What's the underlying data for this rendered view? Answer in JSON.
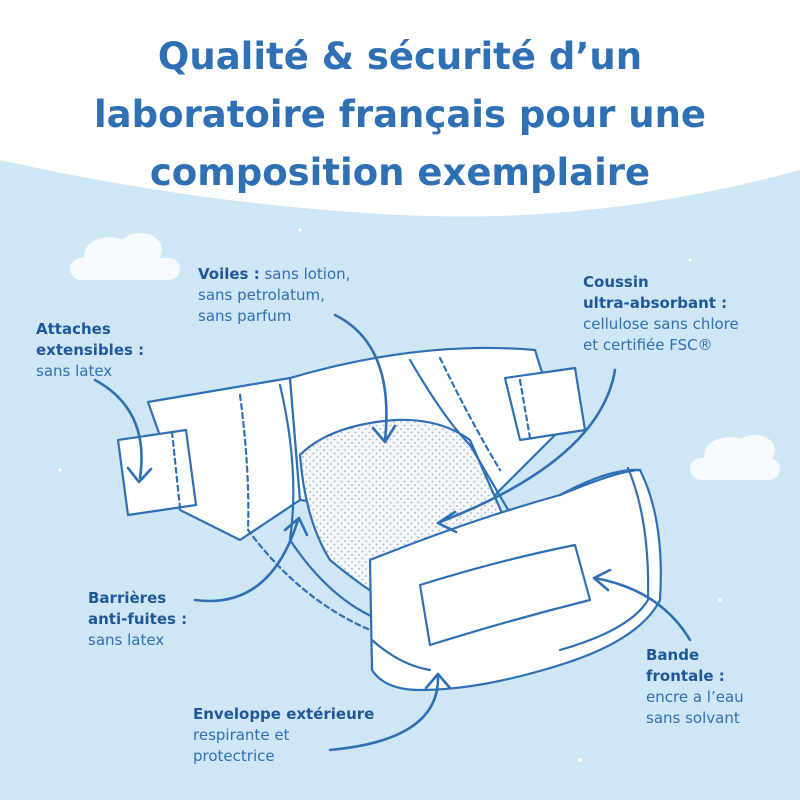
{
  "title": {
    "line1": "Qualité & sécurité d’un",
    "line2": "laboratoire français pour une",
    "line3": "composition exemplaire"
  },
  "labels": {
    "voiles": {
      "head": "Voiles :",
      "line1": " sans lotion,",
      "line2": "sans petrolatum,",
      "line3": "sans parfum"
    },
    "coussin": {
      "head1": "Coussin",
      "head2": "ultra-absorbant :",
      "line1": "cellulose sans chlore",
      "line2": "et certifiée FSC®"
    },
    "attaches": {
      "head1": "Attaches",
      "head2": "extensibles :",
      "line1": "sans latex"
    },
    "barrieres": {
      "head1": "Barrières",
      "head2": "anti-fuites :",
      "line1": "sans latex"
    },
    "bande": {
      "head1": "Bande",
      "head2": "frontale :",
      "line1": "encre a l’eau",
      "line2": "sans solvant"
    },
    "enveloppe": {
      "head": "Enveloppe extérieure",
      "line1": "respirante et",
      "line2": "protectrice"
    }
  },
  "colors": {
    "accent": "#2f6fb3",
    "sky": "#cfe6f4",
    "white": "#ffffff"
  }
}
